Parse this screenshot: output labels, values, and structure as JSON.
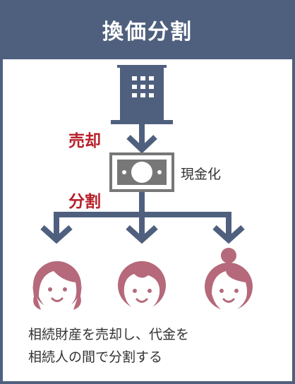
{
  "title": "換価分割",
  "labels": {
    "sale": "売却",
    "split": "分割",
    "cash": "現金化"
  },
  "caption": [
    "相続財産を売却し、代金を",
    "相続人の間で分割する"
  ],
  "colors": {
    "header": "#4f607e",
    "accent": "#b8202a",
    "heir": "#b5697a",
    "cash": "#777777"
  },
  "icons": {
    "property": "building-icon",
    "cash": "banknote-icon",
    "heirs": [
      "heir-girl-icon",
      "heir-boy-icon",
      "heir-woman-icon"
    ]
  }
}
